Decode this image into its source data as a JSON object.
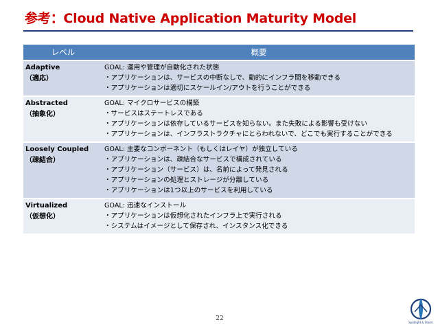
{
  "slide": {
    "title": "参考：Cloud Native Application Maturity Model",
    "page_number": "22",
    "logo_caption": "Spotlight & Storm"
  },
  "table": {
    "headers": [
      "レベル",
      "概要"
    ],
    "rows": [
      {
        "level_en": "Adaptive",
        "level_ja": "（適応）",
        "lines": [
          "GOAL: 運用や管理が自動化された状態",
          "・アプリケーションは、サービスの中断なしで、動的にインフラ間を移動できる",
          "・アプリケーションは適切にスケールイン/アウトを行うことができる"
        ]
      },
      {
        "level_en": "Abstracted",
        "level_ja": "（抽象化）",
        "lines": [
          "GOAL: マイクロサービスの構築",
          "・サービスはステートレスである",
          "・アプリケーションは依存しているサービスを知らない。また失敗による影響も受けない",
          "・アプリケーションは、インフラストラクチャにとらわれないで、どこでも実行することができる"
        ]
      },
      {
        "level_en": "Loosely Coupled",
        "level_ja": "（疎結合）",
        "lines": [
          "GOAL: 主要なコンポーネント（もしくはレイヤ）が独立している",
          "・アプリケーションは、疎結合なサービスで構成されている",
          "・アプリケーション（サービス）は、名前によって発見される",
          "・アプリケーションの処理とストレージが分離している",
          "・アプリケーションは1つ以上のサービスを利用している"
        ]
      },
      {
        "level_en": "Virtualized",
        "level_ja": "（仮想化）",
        "lines": [
          "GOAL: 迅速なインストール",
          "・アプリケーションは仮想化されたインフラ上で実行される",
          "・システムはイメージとして保存され、インスタンス化できる"
        ]
      }
    ]
  },
  "colors": {
    "title": "#cc0000",
    "header_bg": "#4f81bd",
    "row_dark": "#d0d8e8",
    "row_light": "#e9edf4"
  }
}
